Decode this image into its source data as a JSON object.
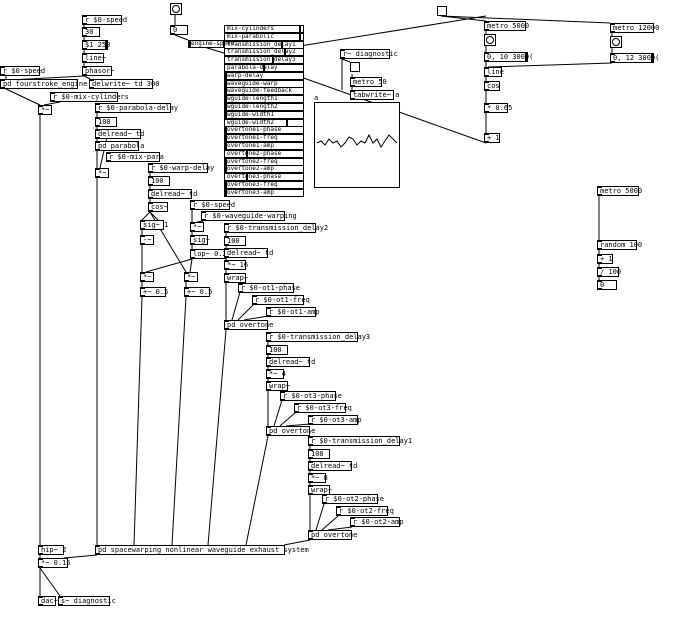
{
  "objects": {
    "metro_5000_top": "metro 5000",
    "metro_12000": "metro 12000",
    "msg_0_10_3000": "0, 10 3000(",
    "msg_0_12_3000": "0, 12 3000(",
    "line_right": "line",
    "cos_right": "cos",
    "mul_065": "* 0.65",
    "plus_1_right": "+ 1",
    "metro_5000_bottom": "metro 5000",
    "random_100": "random 100",
    "plus_1_rand": "+ 1",
    "div_100": "/ 100",
    "r_diagnostic": "r~ diagnostic",
    "metro_50": "metro 50",
    "tabwrite_a": "tabwrite~ a",
    "r_speed_top": "r $0-speed",
    "num_30": "30",
    "msg_1_250": "$1 250",
    "line_tilde": "line~",
    "phasor": "phasor~",
    "r_speed_left": "r $0-speed",
    "pd_fourstroke": "pd fourstroke_engine",
    "delwrite_td": "delwrite~ td 300",
    "r_mix_cylinders": "r $0-mix-cylinders",
    "mul_tilde_left": "*~",
    "r_parabola_delay": "r $0-parabola-delay",
    "num_100_a": "100",
    "delread_td_a": "delread~ td",
    "pd_parabola": "pd parabola",
    "r_mix_para": "r $0-mix-para",
    "mul_tilde_para": "*~",
    "r_warp_delay": "r $0-warp-delay",
    "num_100_b": "100",
    "delread_td_b": "delread~ td",
    "cos_tilde": "cos~",
    "sig_1": "sig~ 1",
    "minus_tilde": "-~",
    "mul_tilde_warp1": "*~",
    "plus_05_a": "+~ 0.5",
    "r_speed_mid": "r $0-speed",
    "r_waveguide_warping": "r $0-waveguide-warping",
    "mul_tilde_wg": "*~",
    "sig_tilde": "sig~",
    "lop_02": "lop~ 0.2",
    "mul_tilde_warp2": "*~",
    "plus_05_b": "+~ 0.5",
    "r_transmission_delay2": "r $0-transmission_delay2",
    "num_100_c": "100",
    "delread_td_c": "delread~ td",
    "mul_16": "*~ 16",
    "wrap_a": "wrap~",
    "r_ot1_phase": "r $0-ot1-phase",
    "r_ot1_freq": "r $0-ot1-freq",
    "r_ot1_amp": "r $0-ot1-amp",
    "pd_overtone_1": "pd overtone",
    "r_transmission_delay3": "r $0-transmission_delay3",
    "num_100_d": "100",
    "delread_td_d": "delread~ td",
    "mul_4": "*~ 4",
    "wrap_b": "wrap~",
    "r_ot3_phase": "r $0-ot3-phase",
    "r_ot3_freq": "r $0-ot3-freq",
    "r_ot3_amp": "r $0-ot3-amp",
    "pd_overtone_2": "pd overtone",
    "r_transmission_delay1": "r $0-transmission_delay1",
    "num_100_e": "100",
    "delread_td_e": "delread~ td",
    "mul_8": "*~ 8",
    "wrap_c": "wrap~",
    "r_ot2_phase": "r $0-ot2-phase",
    "r_ot2_freq": "r $0-ot2-freq",
    "r_ot2_amp": "r $0-ot2-amp",
    "pd_overtone_3": "pd overtone",
    "hip_2": "hip~ 2",
    "mul_015": "*~ 0.15",
    "pd_spacewarping": "pd spacewarping nonlinear waveguide exhaust system",
    "dac": "dac~",
    "s_diagnostic": "s~ diagnostic",
    "num_0_top": "0",
    "num_0_bottom": "0"
  },
  "sliders": [
    {
      "label": "mix-cylinders",
      "value": 0.98
    },
    {
      "label": "mix-parabolic",
      "value": 0.98
    },
    {
      "label": "transmission_delay1",
      "value": 0.74
    },
    {
      "label": "transmission_delay2",
      "value": 0.78
    },
    {
      "label": "transmission_delay3",
      "value": 0.62
    },
    {
      "label": "parabola-delay",
      "value": 0.5
    },
    {
      "label": "warp-delay",
      "value": 0.0
    },
    {
      "label": "waveguide-warp",
      "value": 0.0
    },
    {
      "label": "waveguide-feedback",
      "value": 0.0
    },
    {
      "label": "wguide-length1",
      "value": 0.0
    },
    {
      "label": "wguide-length2",
      "value": 0.0
    },
    {
      "label": "wguide-width1",
      "value": 0.0
    },
    {
      "label": "wguide-width2",
      "value": 0.8
    },
    {
      "label": "overtone1-phase",
      "value": 0.0
    },
    {
      "label": "overtone1-freq",
      "value": 0.0
    },
    {
      "label": "overtone1-amp",
      "value": 0.0
    },
    {
      "label": "overtone2-phase",
      "value": 0.27
    },
    {
      "label": "overtone2-freq",
      "value": 0.0
    },
    {
      "label": "overtone2-amp",
      "value": 0.0
    },
    {
      "label": "overtone3-phase",
      "value": 0.27
    },
    {
      "label": "overtone3-freq",
      "value": 0.0
    },
    {
      "label": "overtone3-amp",
      "value": 0.0
    }
  ],
  "engine_speed": {
    "label": "engine-speed",
    "value": 0.0
  },
  "array": {
    "name": "a"
  }
}
